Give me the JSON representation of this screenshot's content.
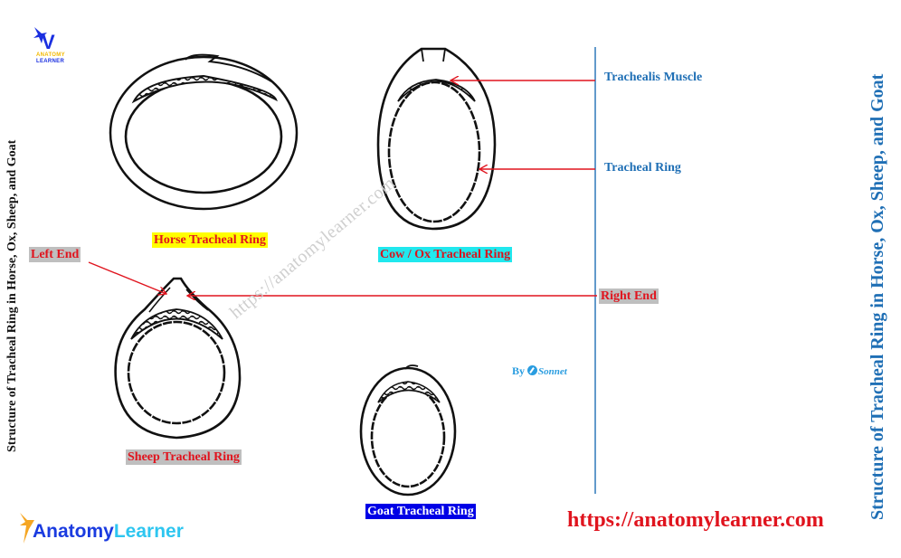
{
  "title_side_left": "Structure of Tracheal Ring in Horse, Ox, Sheep, and Goat",
  "title_side_right": "Structure of Tracheal Ring in Horse, Ox, Sheep, and Goat",
  "logo_top": {
    "letter": "V",
    "line1": "ANATOMY",
    "line2": "LEARNER"
  },
  "logo_bottom": {
    "part1": "Anatomy",
    "part2": "Learner"
  },
  "watermark": "https://anatomylearner.com",
  "footer_url": "https://anatomylearner.com",
  "byline": {
    "by": "By",
    "name": "Sonnet"
  },
  "specimens": [
    {
      "name": "Horse Tracheal Ring",
      "label_bg": "#ffff00",
      "label_color": "#e0141e"
    },
    {
      "name": "Cow / Ox Tracheal Ring",
      "label_bg": "#20e8ee",
      "label_color": "#d8141e"
    },
    {
      "name": "Sheep Tracheal Ring",
      "label_bg": "#bfbfbf",
      "label_color": "#e0141e"
    },
    {
      "name": "Goat Tracheal Ring",
      "label_bg": "#0000e6",
      "label_color": "#ffffff"
    }
  ],
  "annotations": {
    "trachealis_muscle": "Trachealis Muscle",
    "tracheal_ring": "Tracheal Ring",
    "left_end": "Left End",
    "right_end": "Right End"
  },
  "colors": {
    "arrow": "#e0141e",
    "divider": "#1f6fb5",
    "annotation_text": "#1f6fb5"
  }
}
